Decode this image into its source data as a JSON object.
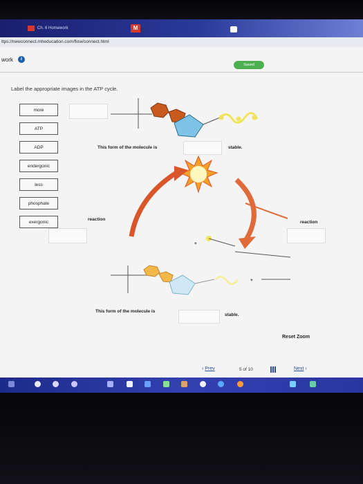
{
  "browser": {
    "tab_title": "Ch. 6 Homework",
    "url": "ttps://newconnect.mheducation.com/flow/connect.html"
  },
  "header": {
    "title": "work",
    "saved_label": "Saved"
  },
  "question": {
    "prompt": "Label the appropriate images in the ATP cycle."
  },
  "labels": [
    "more",
    "ATP",
    "ADP",
    "endergonic",
    "less",
    "phosphate",
    "exergonic"
  ],
  "diagram": {
    "top_sentence": "This form of the molecule is",
    "top_stable": "stable.",
    "left_reaction": "reaction",
    "right_reaction": "reaction",
    "bottom_sentence": "This form of the molecule is",
    "bottom_stable": "stable.",
    "plus": "+"
  },
  "footer": {
    "reset_zoom": "Reset Zoom",
    "prev_label": "Prev",
    "page_count": "5 of 10",
    "next_label": "Next"
  },
  "colors": {
    "adenine": "#c85a1e",
    "ribose": "#7fc3e6",
    "phosphate": "#f2e45a",
    "arrow_left": "#d9562a",
    "arrow_right": "#e06a3a",
    "saved": "#4caf50",
    "link": "#2a4f98"
  },
  "icons": [
    "info-icon",
    "m-icon",
    "lock-icon",
    "grid-icon",
    "sun-icon"
  ]
}
